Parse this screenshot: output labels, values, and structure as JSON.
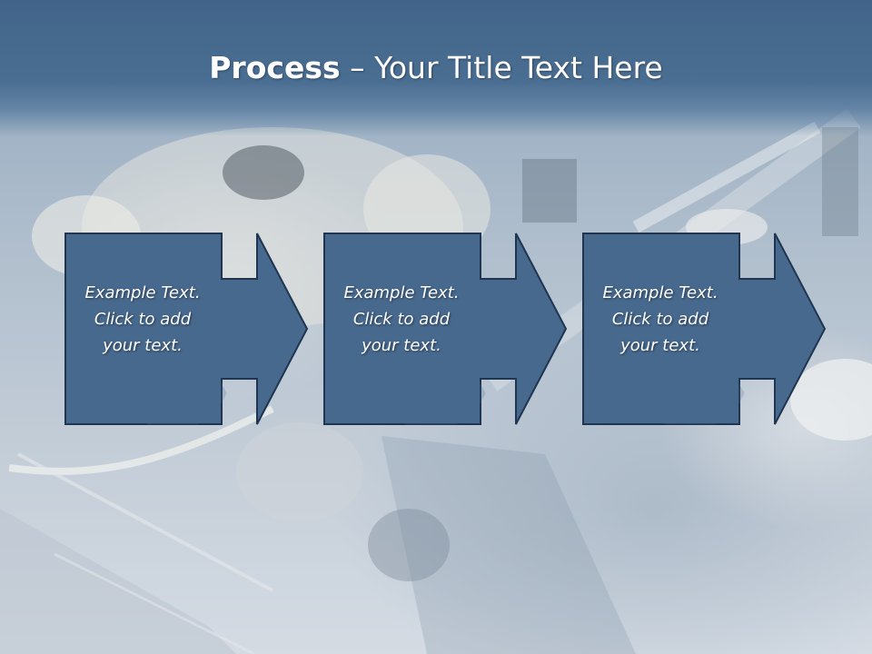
{
  "slide": {
    "title_bold": "Process",
    "title_rest": " – Your Title Text Here",
    "colors": {
      "header": "#45688d",
      "box_fill": "#47698e",
      "box_border": "#1f3550",
      "text": "#ffffff"
    }
  },
  "steps": [
    {
      "text": "Example Text.\nClick  to add\nyour text."
    },
    {
      "text": "Example Text.\nClick  to add\nyour text."
    },
    {
      "text": "Example Text.\nClick  to add\nyour text."
    }
  ]
}
